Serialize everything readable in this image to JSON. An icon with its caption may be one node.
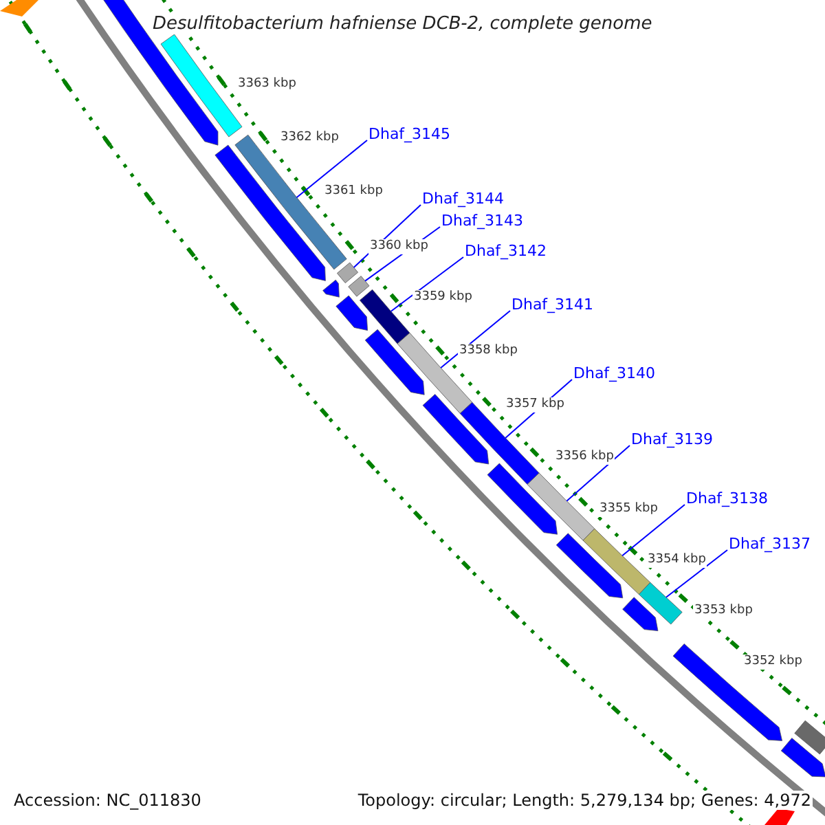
{
  "diagram": {
    "title": "Desulfitobacterium hafniense DCB-2, complete genome",
    "nodes": [
      {
        "text": [
          "Dhaf_3145"
        ]
      },
      {
        "text": [
          "Dhaf_3144"
        ]
      },
      {
        "text": [
          "Dhaf_3143"
        ]
      },
      {
        "text": [
          "Dhaf_3142"
        ]
      },
      {
        "text": [
          "Dhaf_3141"
        ]
      },
      {
        "text": [
          "Dhaf_3140"
        ]
      },
      {
        "text": [
          "Dhaf_3139"
        ]
      },
      {
        "text": [
          "Dhaf_3138"
        ]
      },
      {
        "text": [
          "Dhaf_3137"
        ]
      },
      {
        "text": [],
        "shape": "bar"
      },
      {
        "text": [],
        "shape": "bar"
      },
      {
        "text": [],
        "shape": "bar"
      },
      {
        "text": [],
        "shape": "bar"
      },
      {
        "text": [],
        "shape": "bar"
      },
      {
        "text": [],
        "shape": "bar"
      },
      {
        "text": [],
        "shape": "bar"
      },
      {
        "text": [],
        "shape": "bar"
      },
      {
        "text": [],
        "shape": "bar"
      },
      {
        "text": [],
        "shape": "bar"
      },
      {
        "text": [],
        "shape": "bar"
      },
      {
        "text": [],
        "shape": "bar"
      },
      {
        "text": [],
        "shape": "bar"
      },
      {
        "text": [],
        "shape": "bar"
      },
      {
        "text": [],
        "shape": "bar"
      },
      {
        "text": [],
        "shape": "bar"
      },
      {
        "text": [],
        "shape": "bar"
      },
      {
        "text": [],
        "shape": "bar"
      },
      {
        "text": [],
        "shape": "bar"
      },
      {
        "text": [],
        "shape": "bar"
      },
      {
        "text": [],
        "shape": "bar"
      },
      {
        "text": [],
        "shape": "bar"
      }
    ],
    "edges": [
      {
        "from": 0,
        "to": 9,
        "arrow": "none"
      },
      {
        "from": 1,
        "to": 10,
        "arrow": "none"
      },
      {
        "from": 2,
        "to": 11,
        "arrow": "none"
      },
      {
        "from": 3,
        "to": 12,
        "arrow": "none"
      },
      {
        "from": 4,
        "to": 13,
        "arrow": "none"
      },
      {
        "from": 5,
        "to": 14,
        "arrow": "none"
      },
      {
        "from": 6,
        "to": 15,
        "arrow": "none"
      },
      {
        "from": 7,
        "to": 16,
        "arrow": "none"
      },
      {
        "from": 8,
        "to": 17,
        "arrow": "none"
      }
    ],
    "labels": [
      "3363 kbp",
      "3362 kbp",
      "3361 kbp",
      "3360 kbp",
      "3359 kbp",
      "3358 kbp",
      "3357 kbp",
      "3356 kbp",
      "3355 kbp",
      "3354 kbp",
      "3353 kbp",
      "3352 kbp",
      "Accession: NC_011830",
      "Topology: circular; Length: 5,279,134 bp; Genes: 4,972"
    ]
  }
}
